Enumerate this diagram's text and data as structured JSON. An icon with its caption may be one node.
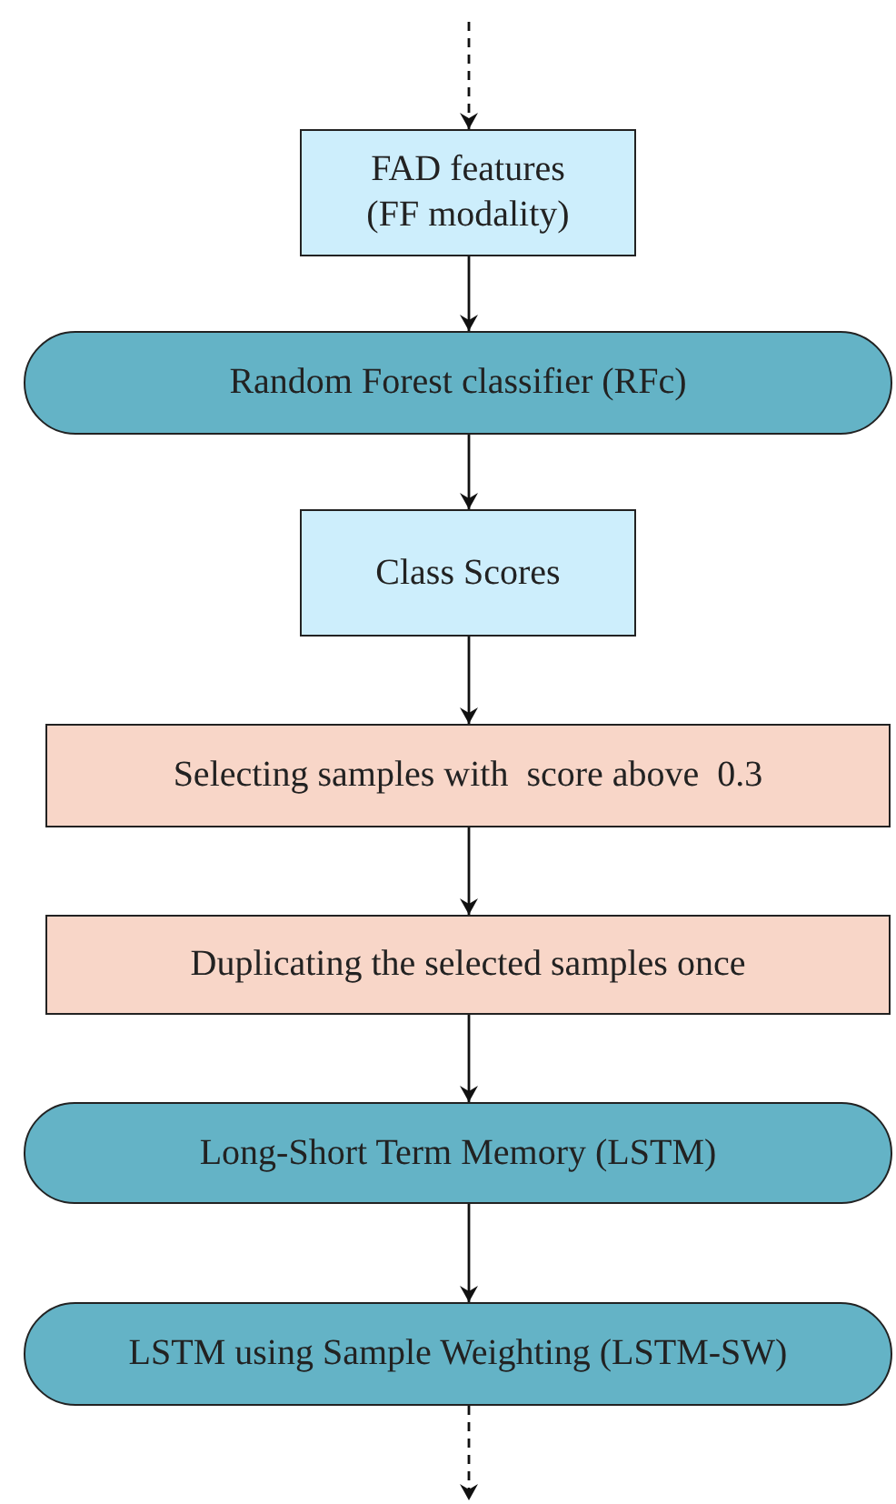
{
  "diagram": {
    "nodes": [
      {
        "text": [
          "FAD features (FF modality)"
        ]
      },
      {
        "text": [
          "Random Forest classifier (RFc)"
        ]
      },
      {
        "text": [
          "Class Scores"
        ]
      },
      {
        "text": [
          "Selecting samples with  score above  0.3"
        ]
      },
      {
        "text": [
          "Duplicating the selected samples once"
        ]
      },
      {
        "text": [
          "Long-Short Term Memory (LSTM)"
        ]
      },
      {
        "text": [
          "LSTM using Sample Weighting (LSTM-SW)"
        ]
      }
    ],
    "edges": [
      {
        "from": null,
        "to": 0,
        "arrow": "to",
        "style": "dashed"
      },
      {
        "from": 0,
        "to": 1,
        "arrow": "to"
      },
      {
        "from": 1,
        "to": 2,
        "arrow": "to"
      },
      {
        "from": 2,
        "to": 3,
        "arrow": "to"
      },
      {
        "from": 3,
        "to": 4,
        "arrow": "to"
      },
      {
        "from": 4,
        "to": 5,
        "arrow": "to"
      },
      {
        "from": 5,
        "to": 6,
        "arrow": "to"
      },
      {
        "from": 6,
        "to": null,
        "arrow": "to",
        "style": "dashed"
      }
    ]
  }
}
